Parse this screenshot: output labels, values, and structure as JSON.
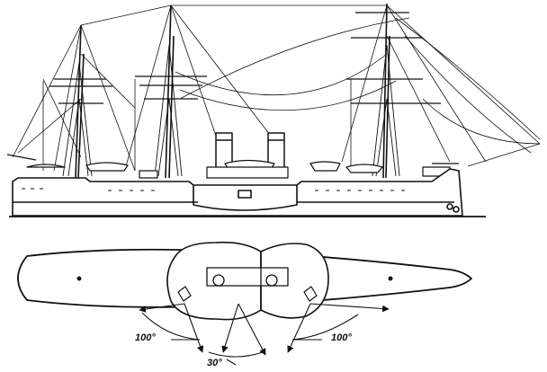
{
  "arc_labels": {
    "left_arc": "100°",
    "center_arc": "30°",
    "right_arc": "100°"
  },
  "colors": {
    "ink": "#111111",
    "paper": "#ffffff"
  }
}
